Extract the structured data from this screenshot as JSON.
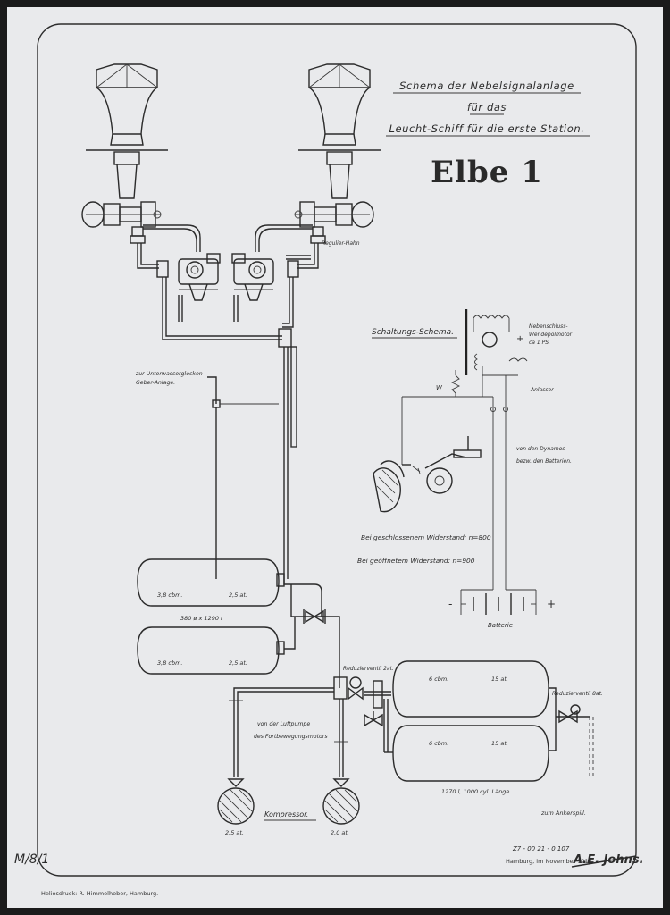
{
  "title": {
    "line1": "Schema der Nebelsignalanlage",
    "line2": "für das",
    "line3": "Leucht-Schiff für die erste Station.",
    "name": "Elbe 1"
  },
  "labels": {
    "regulier_hahn": "Regulier-Hahn",
    "unterwasser_1": "zur Unterwasserglocken-",
    "unterwasser_2": "Geber-Anlage.",
    "schaltungs_schema": "Schaltungs-Schema.",
    "nebenschluss_1": "Nebenschluss-",
    "nebenschluss_2": "Wendepolmotor",
    "nebenschluss_3": "ca 1 PS.",
    "anlasser": "Anlasser",
    "dynamo_1": "von den Dynamos",
    "dynamo_2": "bezw. den Batterien.",
    "resistor_w": "W",
    "widerstand_closed": "Bei geschlossenem Widerstand: n=800",
    "widerstand_open": "Bei geöffnetem Widerstand: n=900",
    "batterie": "Batterie",
    "minus": "-",
    "plus": "+",
    "motor_plus": "+",
    "tank1_vol": "3,8 cbm.",
    "tank1_press": "2,5 at.",
    "tank_dim": "380 ø x 1290 l",
    "tank2_vol": "3,8 cbm.",
    "tank2_press": "2,5 at.",
    "reduzierventil_1": "Reduzierventil 2at.",
    "reduzierventil_2": "Reduzierventil 8at.",
    "tank3_vol": "6 cbm.",
    "tank3_press": "15 at.",
    "tank4_vol": "6 cbm.",
    "tank4_press": "15 at.",
    "bottle_dim": "1270 l, 1000 cyl. Länge.",
    "luftpumpe_1": "von der Luftpumpe",
    "luftpumpe_2": "des Fortbewegungsmotors",
    "kompressor": "Kompressor.",
    "comp1_press": "2,5 at.",
    "comp2_press": "2,0 at.",
    "ankerspill": "zum Ankerspill.",
    "ref_number": "Z7 - 00 21 - 0 107",
    "place_date": "Hamburg, im November 1912.",
    "signature": "A.E. Johns.",
    "margin_mark": "M/8/1",
    "printer": "Heliosdruck: R. Himmelheber, Hamburg."
  }
}
